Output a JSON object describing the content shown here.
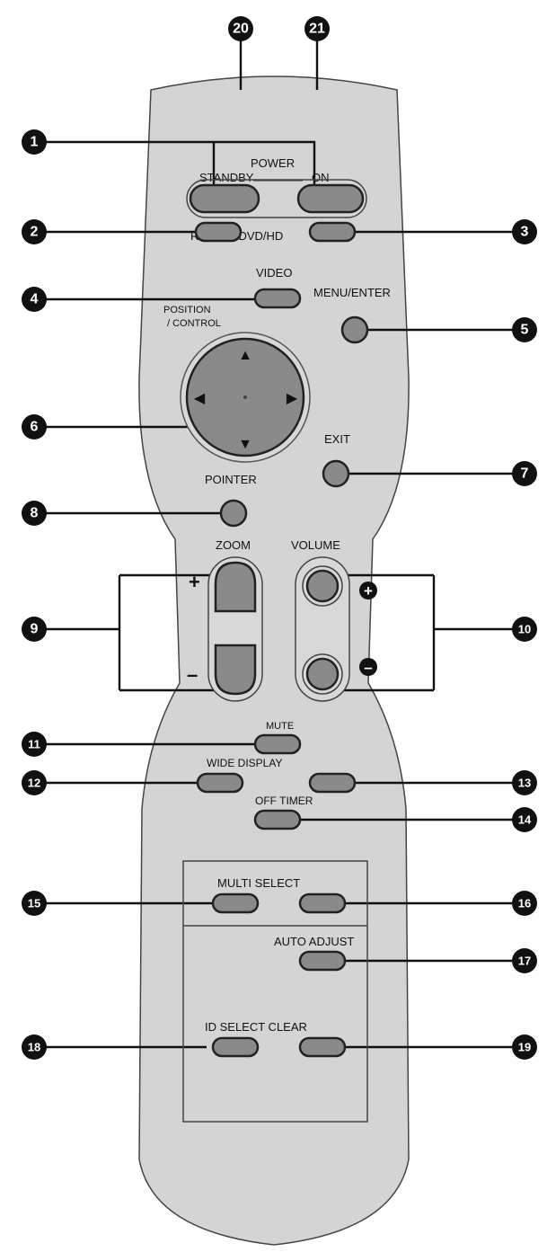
{
  "labels": {
    "power": "POWER",
    "standby": "STANDBY",
    "on": "ON",
    "rgb_pc_dvd_hd": "RGB/PC DVD/HD",
    "video": "VIDEO",
    "position": "POSITION",
    "control": "/ CONTROL",
    "menu_enter": "MENU/ENTER",
    "exit": "EXIT",
    "pointer": "POINTER",
    "zoom": "ZOOM",
    "volume": "VOLUME",
    "plus": "+",
    "minus": "–",
    "mute": "MUTE",
    "wide_display": "WIDE DISPLAY",
    "off_timer": "OFF TIMER",
    "multi_select": "MULTI SELECT",
    "auto_adjust": "AUTO ADJUST",
    "id_select_clear": "ID SELECT CLEAR"
  },
  "callouts": {
    "c1": "1",
    "c2": "2",
    "c3": "3",
    "c4": "4",
    "c5": "5",
    "c6": "6",
    "c7": "7",
    "c8": "8",
    "c9": "9",
    "c10": "10",
    "c11": "11",
    "c12": "12",
    "c13": "13",
    "c14": "14",
    "c15": "15",
    "c16": "16",
    "c17": "17",
    "c18": "18",
    "c19": "19",
    "c20": "20",
    "c21": "21"
  },
  "icons": {
    "arrow_up": "▲",
    "arrow_down": "▼",
    "arrow_left": "◀",
    "arrow_right": "▶",
    "vol_plus": "+",
    "vol_minus": "–"
  },
  "colors": {
    "body": "#d4d4d4",
    "button": "#8a8a8a",
    "outline": "#222222"
  }
}
